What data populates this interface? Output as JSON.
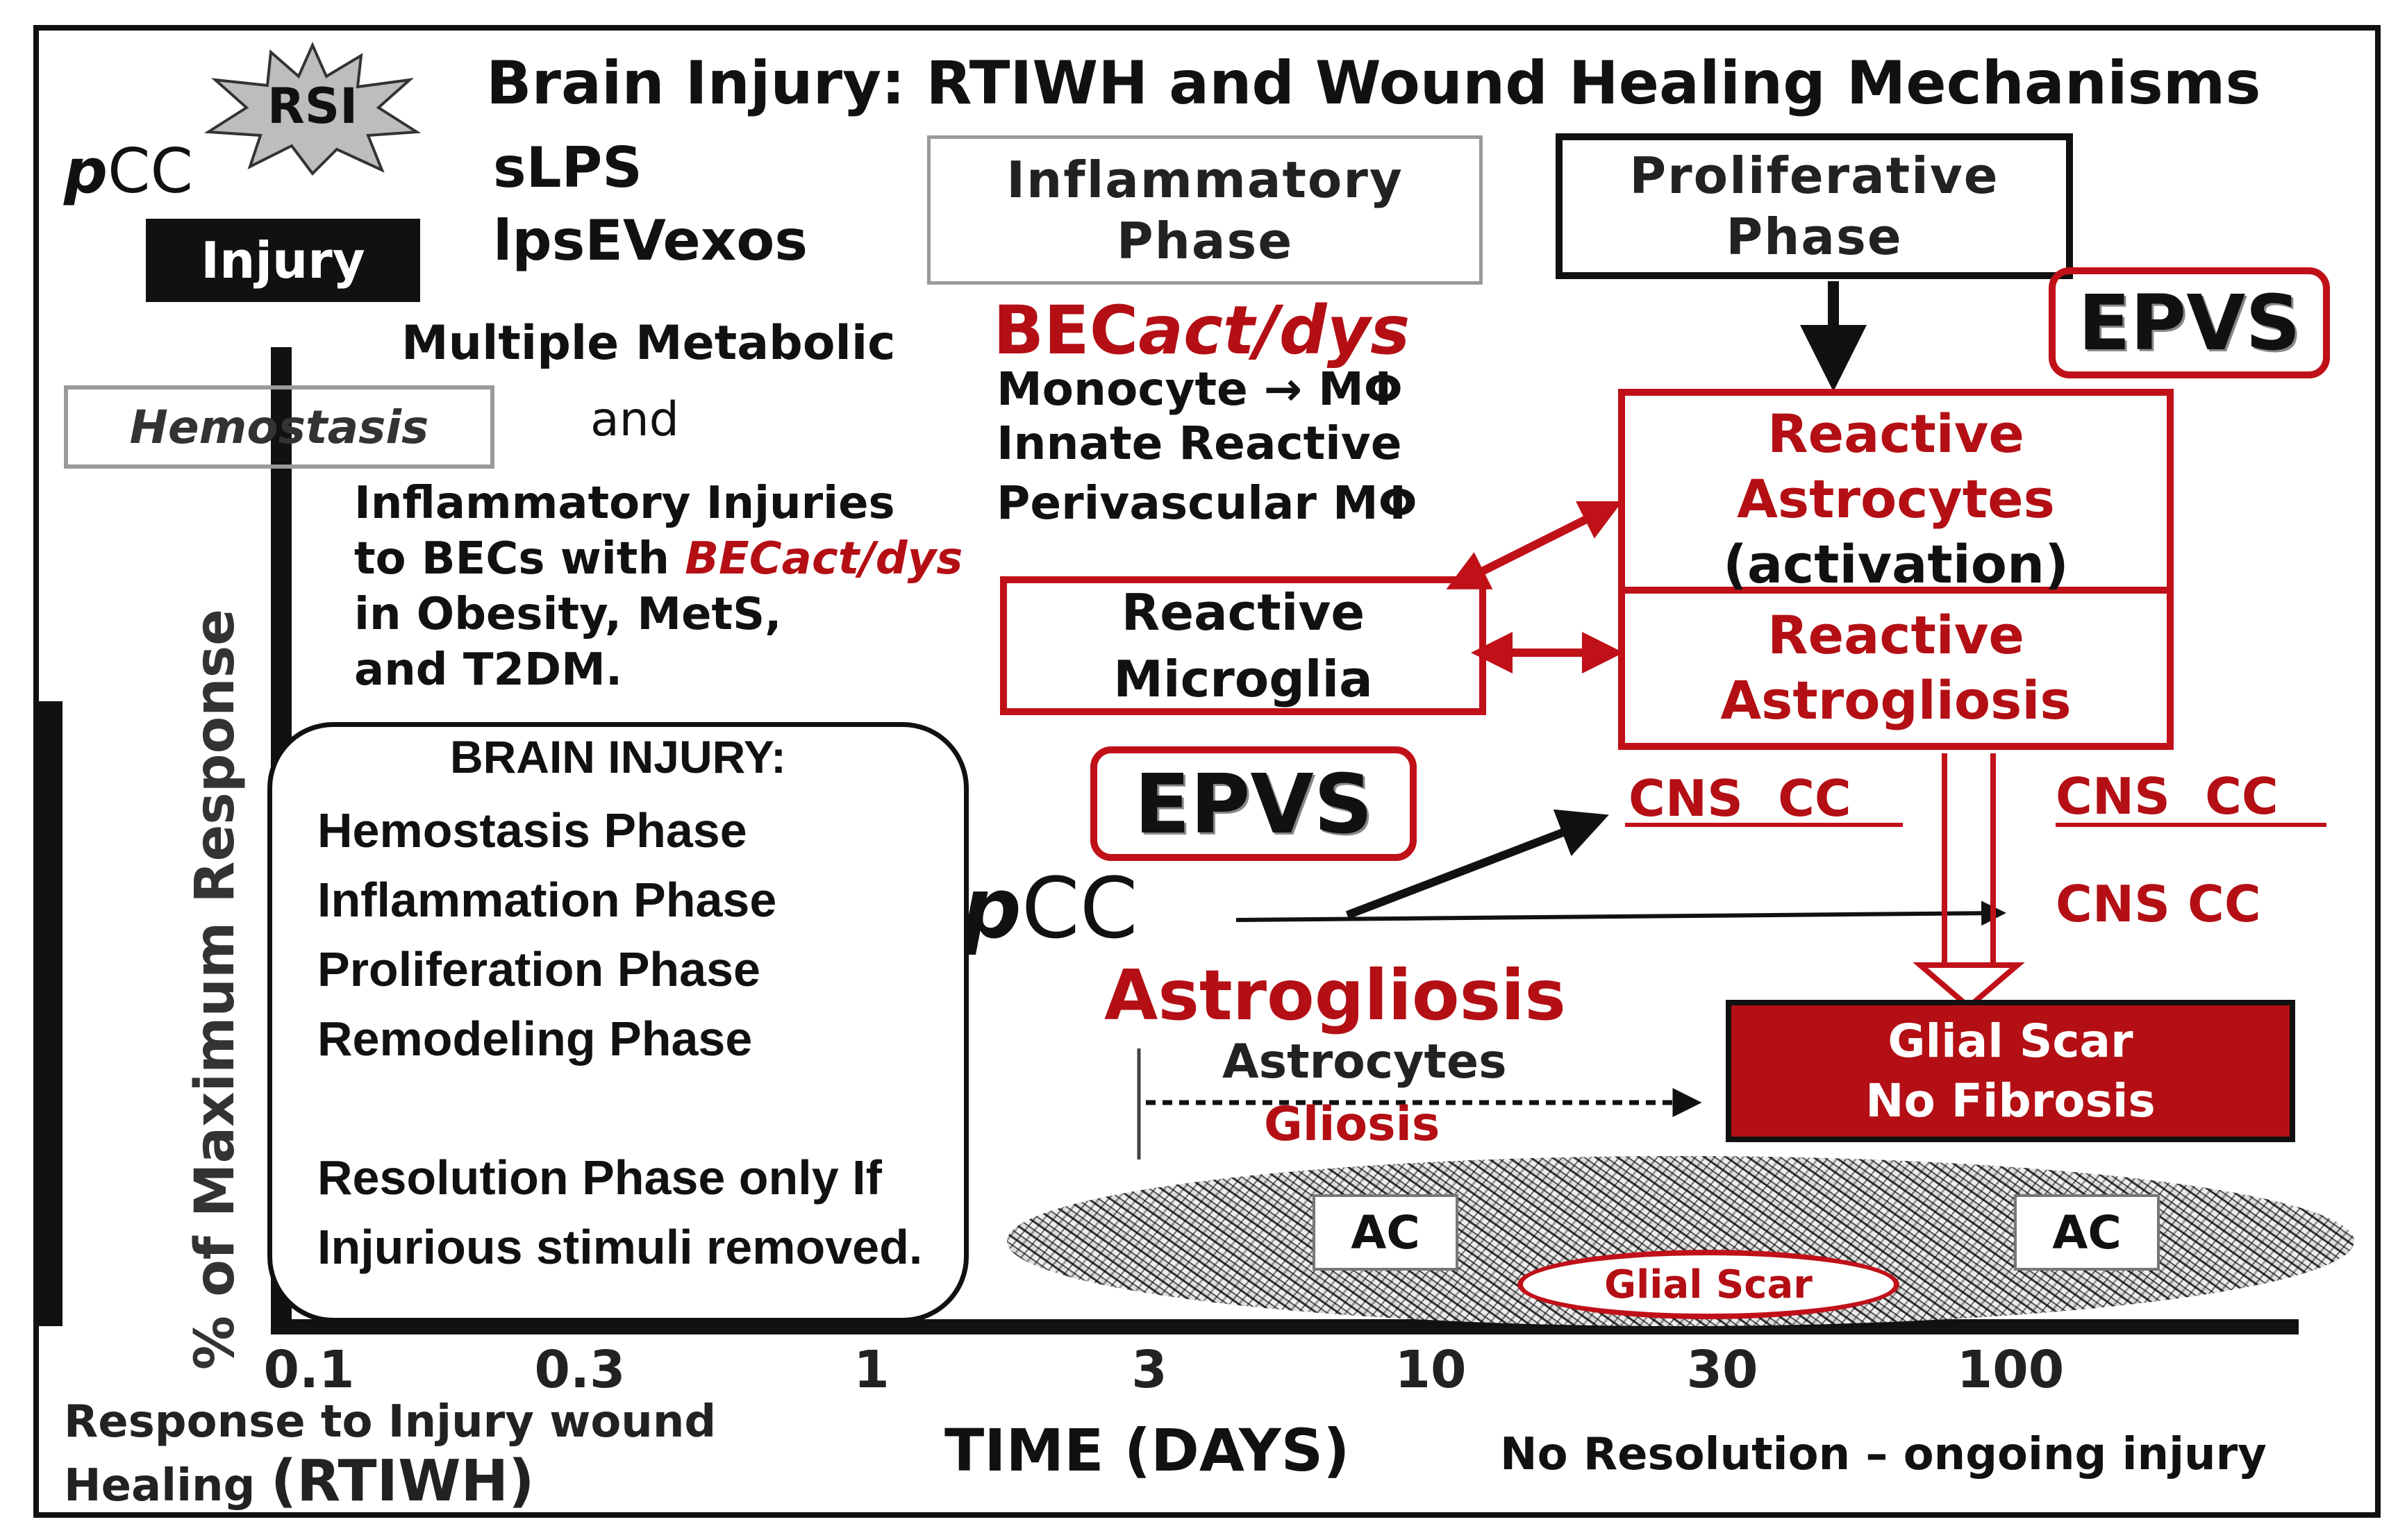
{
  "title": "Brain Injury: RTIWH and Wound Healing Mechanisms",
  "rsi_label": "RSI",
  "left_top": {
    "pcc": {
      "p": "p",
      "cc": "CC"
    },
    "slps": "sLPS",
    "lpsevexos": "lpsEVexos",
    "injury": "Injury",
    "hemostasis": "Hemostasis"
  },
  "metabolic": {
    "line1": "Multiple Metabolic",
    "line2": "and",
    "line3": "Inflammatory Injuries",
    "line4_prefix": "to BECs with ",
    "line4_red": "BECact/dys",
    "line5": "in Obesity, MetS,",
    "line6": "and T2DM."
  },
  "inflammatory_phase": {
    "line1": "Inflammatory",
    "line2": "Phase"
  },
  "proliferative_phase": {
    "line1": "Proliferative",
    "line2": "Phase"
  },
  "becact": {
    "prefix": "BEC",
    "italic": "act/dys"
  },
  "inflam_list": {
    "line1": "Monocyte → MΦ",
    "line2": "Innate Reactive",
    "line3": "Perivascular MΦ"
  },
  "epvs_label": "EPVS",
  "reactive_astrocytes": {
    "line1": "Reactive",
    "line2": "Astrocytes",
    "line3": "(activation)"
  },
  "reactive_astrogliosis": {
    "line1": "Reactive",
    "line2": "Astrogliosis"
  },
  "reactive_microglia": {
    "line1": "Reactive",
    "line2": "Microglia"
  },
  "cns_cc": "CNS  CC",
  "cns_cc_plain": "CNS CC",
  "pcc_mid": {
    "p": "p",
    "cc": "CC"
  },
  "astrogliosis": "Astrogliosis",
  "astrocytes": "Astrocytes",
  "gliosis": "Gliosis",
  "glial_scar_box": {
    "line1": "Glial Scar",
    "line2": "No Fibrosis"
  },
  "ac_label": "AC",
  "glial_scar_oval": "Glial Scar",
  "yaxis_label": "% of Maximum Response",
  "brain_injury_box": {
    "title": "BRAIN INJURY:",
    "items": [
      "Hemostasis Phase",
      "Inflammation Phase",
      "Proliferation Phase",
      "Remodeling Phase"
    ],
    "resolution1": "Resolution Phase only If",
    "resolution2": "Injurious stimuli removed."
  },
  "ticks": [
    "0.1",
    "0.3",
    "1",
    "3",
    "10",
    "30",
    "100"
  ],
  "rtiwh": {
    "line1": "Response to Injury wound",
    "line2_a": "Healing",
    "line2_b": "(RTIWH)"
  },
  "xaxis_label": "TIME (DAYS)",
  "no_resolution": "No Resolution – ongoing injury",
  "colors": {
    "red": "#b30f14",
    "dark_red": "#9e0b10",
    "black": "#111111"
  }
}
